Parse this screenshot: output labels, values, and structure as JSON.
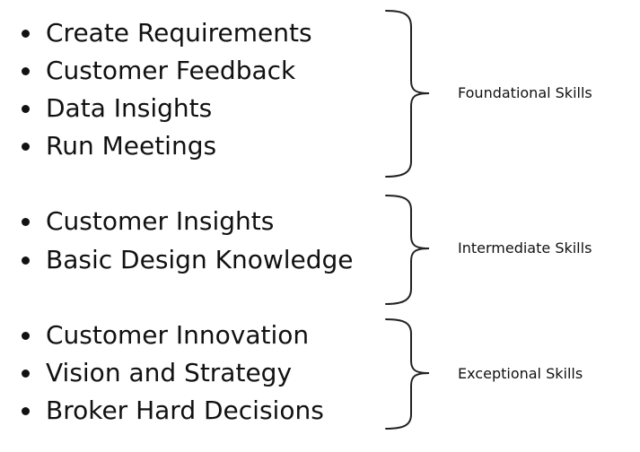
{
  "groups": [
    {
      "label": "Foundational Skills",
      "items": [
        "Create Requirements",
        "Customer Feedback",
        "Data Insights",
        "Run Meetings"
      ]
    },
    {
      "label": "Intermediate Skills",
      "items": [
        "Customer Insights",
        "Basic Design Knowledge"
      ]
    },
    {
      "label": "Exceptional Skills",
      "items": [
        "Customer Innovation",
        "Vision and Strategy",
        "Broker Hard Decisions"
      ]
    }
  ]
}
